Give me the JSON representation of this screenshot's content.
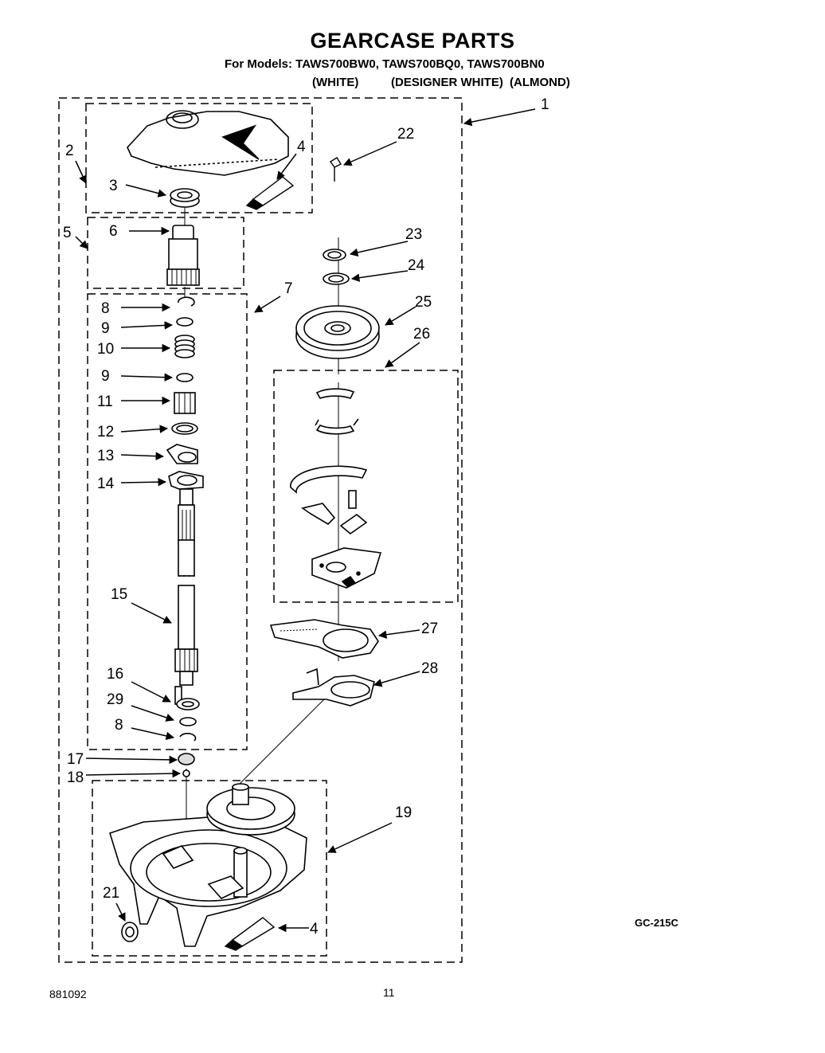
{
  "header": {
    "title": "GEARCASE PARTS",
    "models": "For Models: TAWS700BW0, TAWS700BQ0, TAWS700BN0",
    "variants": [
      "(WHITE)",
      "(DESIGNER WHITE)",
      "(ALMOND)"
    ]
  },
  "diagram_code": "GC-215C",
  "footer": {
    "doc_number": "881092",
    "page_number": "11"
  },
  "callouts": [
    "1",
    "2",
    "3",
    "4",
    "5",
    "6",
    "7",
    "8",
    "9",
    "10",
    "9",
    "11",
    "12",
    "13",
    "14",
    "15",
    "16",
    "29",
    "8",
    "17",
    "18",
    "19",
    "21",
    "4",
    "22",
    "23",
    "24",
    "25",
    "26",
    "27",
    "28"
  ]
}
